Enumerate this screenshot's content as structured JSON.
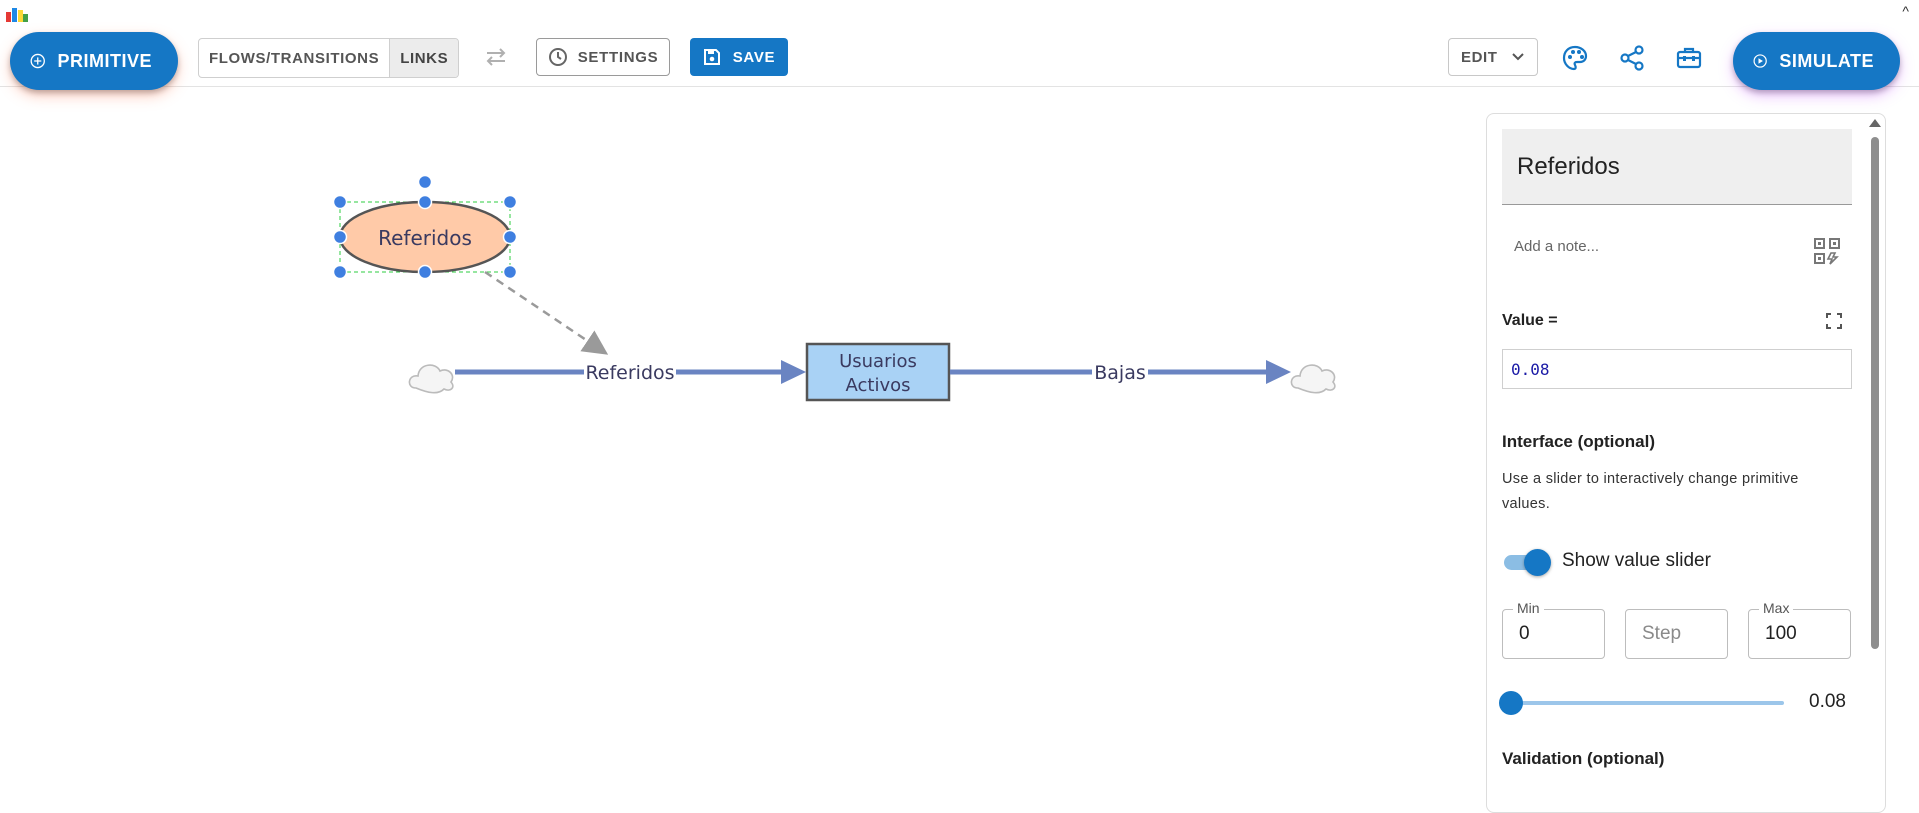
{
  "toolbar": {
    "primitive_label": "PRIMITIVE",
    "flows_label": "FLOWS/TRANSITIONS",
    "links_label": "LINKS",
    "settings_label": "SETTINGS",
    "save_label": "SAVE",
    "edit_label": "EDIT",
    "simulate_label": "SIMULATE",
    "accent_color": "#1577c5"
  },
  "diagram": {
    "variable_label": "Referidos",
    "stock_label_line1": "Usuarios",
    "stock_label_line2": "Activos",
    "inflow_label": "Referidos",
    "outflow_label": "Bajas",
    "variable_fill": "#ffcaa8",
    "stock_fill": "#a9d2f5",
    "flow_color": "#6a84c2"
  },
  "panel": {
    "title": "Referidos",
    "note_placeholder": "Add a note...",
    "value_label": "Value =",
    "value": "0.08",
    "interface_title": "Interface (optional)",
    "interface_desc": "Use a slider to interactively change primitive values.",
    "slider_toggle_label": "Show value slider",
    "slider_enabled": true,
    "min_label": "Min",
    "min_value": "0",
    "step_placeholder": "Step",
    "max_label": "Max",
    "max_value": "100",
    "slider_value": "0.08",
    "slider_fraction": 0.0008,
    "validation_title": "Validation (optional)"
  }
}
